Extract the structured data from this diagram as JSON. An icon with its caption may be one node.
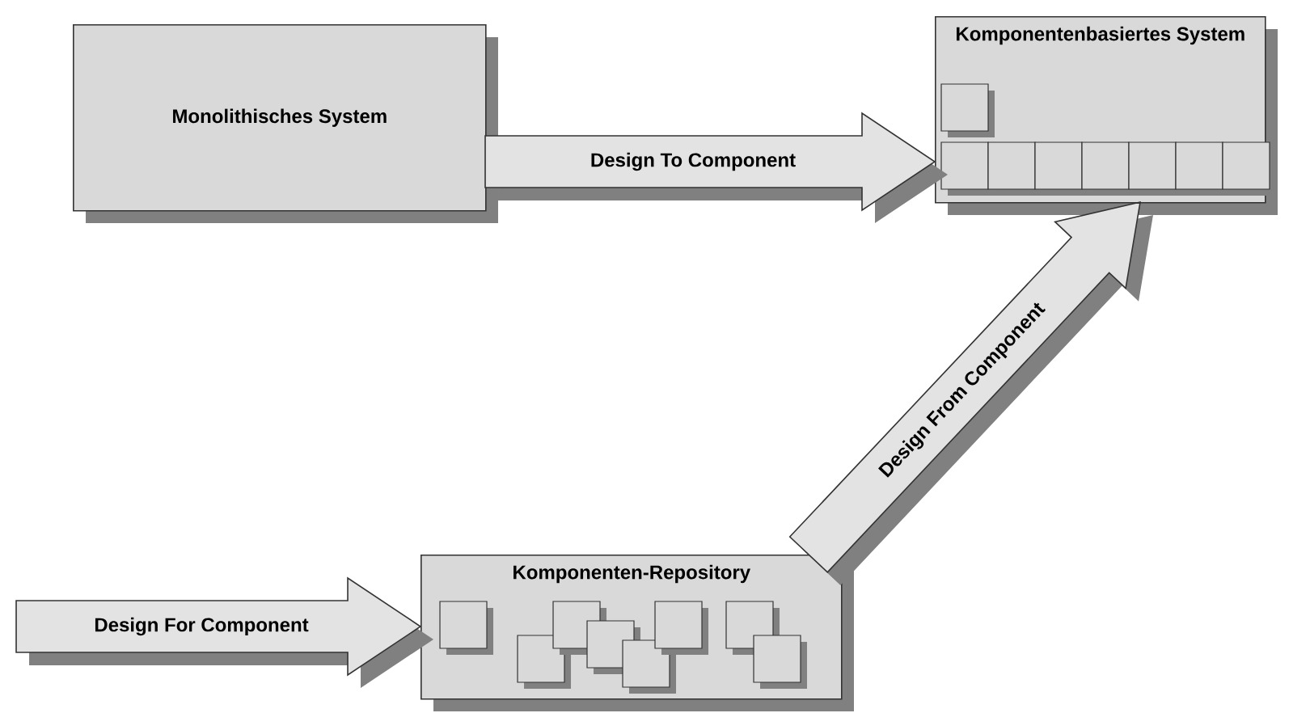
{
  "diagram": {
    "nodes": [
      {
        "text": [
          "Monolithisches System"
        ]
      },
      {
        "text": [
          "Komponentenbasiertes System"
        ]
      },
      {
        "text": [
          "Komponenten-Repository"
        ]
      }
    ],
    "edges": [
      {
        "from": 0,
        "to": 1,
        "arrow": "to",
        "label": "Design To Component"
      },
      {
        "from": 2,
        "to": 1,
        "arrow": "to",
        "label": "Design From Component"
      },
      {
        "from": null,
        "to": 2,
        "arrow": "to",
        "label": "Design For Component"
      }
    ]
  }
}
